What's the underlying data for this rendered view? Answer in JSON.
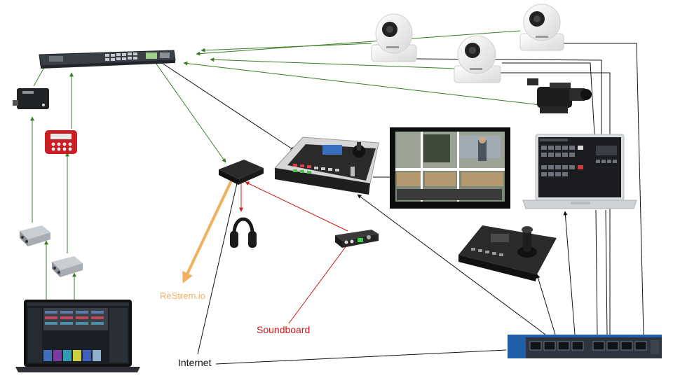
{
  "labels": {
    "restream": "ReStrem.io",
    "soundboard": "Soundboard",
    "internet": "Internet"
  },
  "colors": {
    "video": "#3a7d23",
    "control": "#111111",
    "audio": "#d01818",
    "stream": "#f0b060"
  },
  "devices": [
    {
      "id": "video-router",
      "icon": "rack-router-icon"
    },
    {
      "id": "hd-converter",
      "icon": "converter-box-icon"
    },
    {
      "id": "signal-tester",
      "icon": "red-tester-icon"
    },
    {
      "id": "micro-converter-1",
      "icon": "micro-converter-icon"
    },
    {
      "id": "micro-converter-2",
      "icon": "micro-converter-icon"
    },
    {
      "id": "laptop-editor",
      "icon": "laptop-icon"
    },
    {
      "id": "ptz-camera-1",
      "icon": "ptz-camera-icon"
    },
    {
      "id": "ptz-camera-2",
      "icon": "ptz-camera-icon"
    },
    {
      "id": "ptz-camera-3",
      "icon": "ptz-camera-icon"
    },
    {
      "id": "camcorder",
      "icon": "camcorder-icon"
    },
    {
      "id": "live-switcher",
      "icon": "switcher-console-icon"
    },
    {
      "id": "program-monitor",
      "icon": "monitor-icon"
    },
    {
      "id": "control-laptop",
      "icon": "laptop-icon"
    },
    {
      "id": "stream-encoder",
      "icon": "encoder-box-icon"
    },
    {
      "id": "headphones",
      "icon": "headphones-icon"
    },
    {
      "id": "audio-interface",
      "icon": "audio-interface-icon"
    },
    {
      "id": "ptz-controller",
      "icon": "joystick-controller-icon"
    },
    {
      "id": "network-switch",
      "icon": "ethernet-switch-icon"
    }
  ]
}
